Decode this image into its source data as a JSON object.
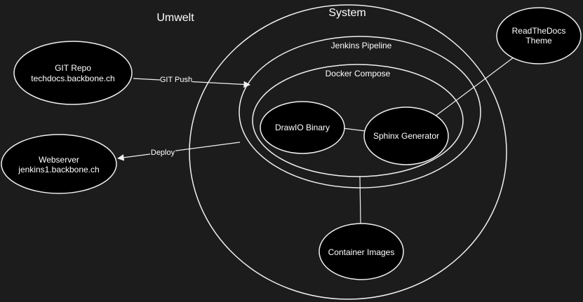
{
  "diagram": {
    "umwelt_label": "Umwelt",
    "system_label": "System",
    "jenkins_label": "Jenkins Pipeline",
    "docker_label": "Docker Compose",
    "drawio_label": "DrawIO Binary",
    "sphinx_label": "Sphinx Generator",
    "container_label": "Container Images",
    "readthedocs_line1": "ReadTheDocs",
    "readthedocs_line2": "Theme",
    "git_line1": "GIT Repo",
    "git_line2": "techdocs.backbone.ch",
    "webserver_line1": "Webserver",
    "webserver_line2": "jenkins1.backbone.ch",
    "edge_git_push": "GIT Push",
    "edge_deploy": "Deploy"
  }
}
